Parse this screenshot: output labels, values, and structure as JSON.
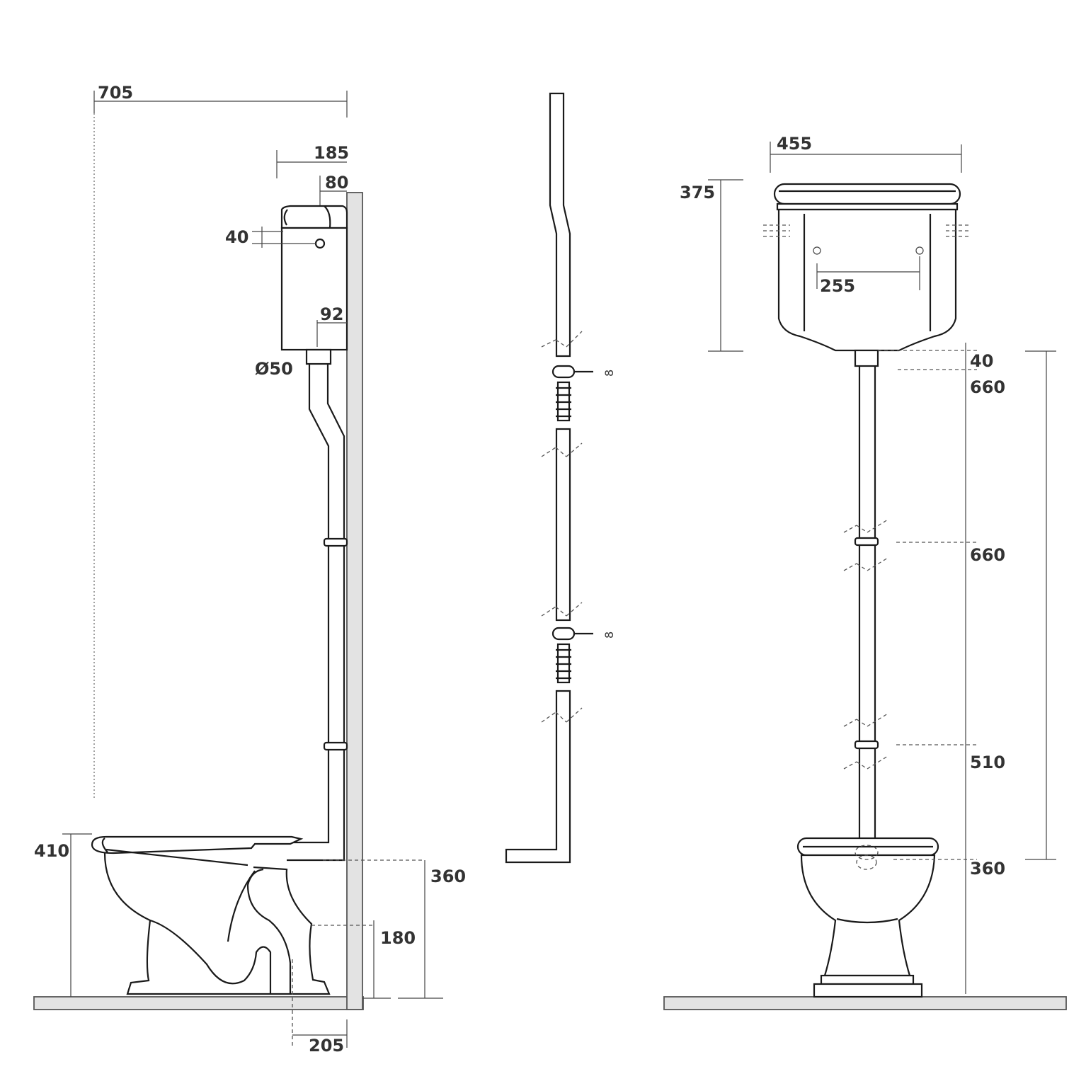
{
  "dimensions": {
    "side": {
      "overall_depth": "705",
      "cistern_depth": "185",
      "wall_offset": "80",
      "flush_lever_height": "40",
      "outlet_offset": "92",
      "pipe_diameter": "Ø50",
      "pan_height": "410",
      "inlet_height": "360",
      "trap_height": "180",
      "trap_wall_distance": "205"
    },
    "front": {
      "cistern_width": "455",
      "cistern_height": "375",
      "fixing_centres": "255",
      "outlet_height": "40",
      "pipe_section_1": "660",
      "pipe_section_2": "660",
      "pipe_section_3": "510",
      "inlet_height": "360"
    },
    "detail": {
      "bracket_label_1": "8",
      "bracket_label_2": "8"
    }
  },
  "colors": {
    "line": "#1a1a1a",
    "floor_fill": "#e3e3e3",
    "dimension_text": "#333333"
  }
}
